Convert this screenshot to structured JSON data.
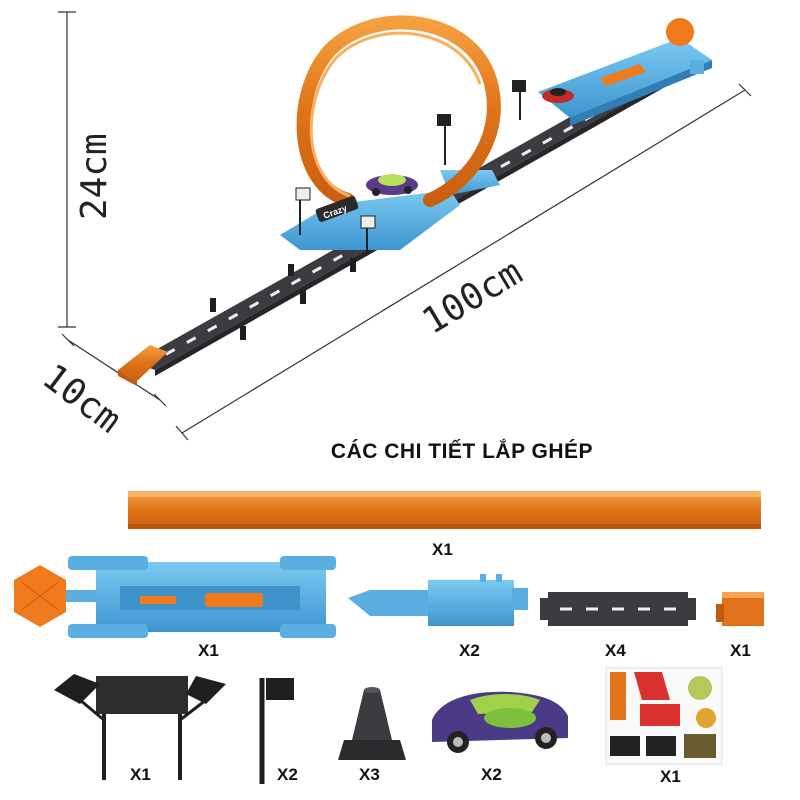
{
  "dimensions": {
    "height": "24cm",
    "width": "10cm",
    "length": "100cm"
  },
  "parts_title": "CÁC CHI TIẾT LẮP GHÉP",
  "track_sign_text": "Crazy",
  "parts": [
    {
      "name": "orange-flexible-track",
      "qty": "X1"
    },
    {
      "name": "blue-launcher",
      "qty": "X1"
    },
    {
      "name": "blue-loop-connector",
      "qty": "X2"
    },
    {
      "name": "black-straight-track",
      "qty": "X4"
    },
    {
      "name": "orange-end-ramp",
      "qty": "X1"
    },
    {
      "name": "flag-gate",
      "qty": "X1"
    },
    {
      "name": "single-flag-pole",
      "qty": "X2"
    },
    {
      "name": "traffic-cone",
      "qty": "X3"
    },
    {
      "name": "toy-race-car",
      "qty": "X2"
    },
    {
      "name": "sticker-sheet",
      "qty": "X1"
    }
  ],
  "colors": {
    "orange": "#f07a1c",
    "blue": "#5aaee0",
    "track": "#3c3c40"
  }
}
